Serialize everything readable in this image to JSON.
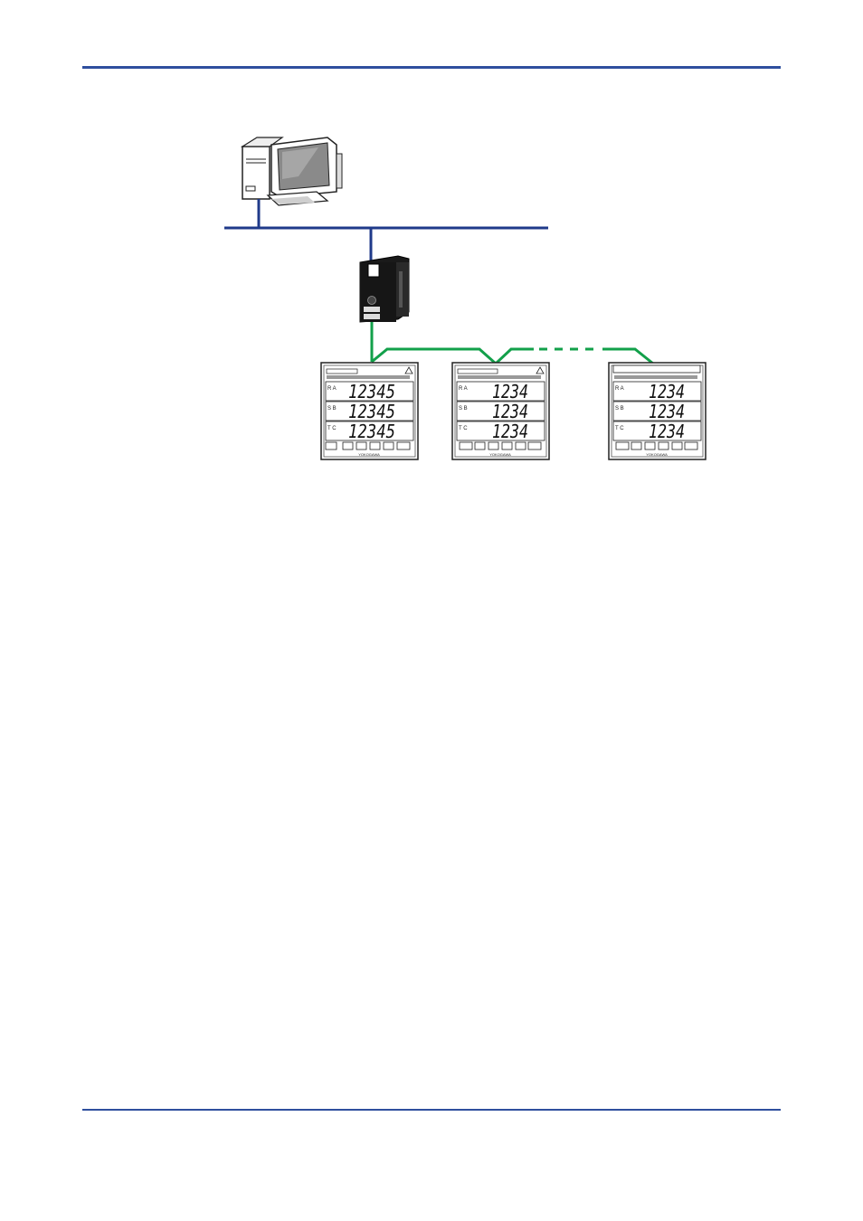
{
  "colors": {
    "rule": "#2f4f9e",
    "ethernet": "#1f3a8a",
    "rs485": "#12a04a",
    "device": "#111111"
  },
  "meters": [
    {
      "rows": [
        "12345",
        "12345",
        "12345"
      ],
      "brand": "YOKOGAWA"
    },
    {
      "rows": [
        "1234",
        "1234",
        "1234"
      ],
      "brand": "YOKOGAWA"
    },
    {
      "rows": [
        "1234",
        "1234",
        "1234"
      ],
      "brand": "YOKOGAWA"
    }
  ]
}
